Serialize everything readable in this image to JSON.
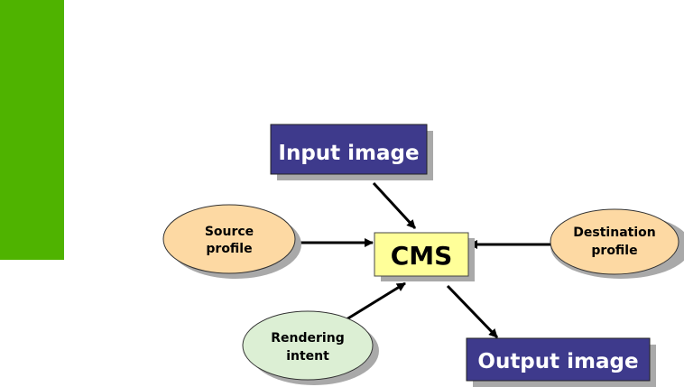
{
  "colors": {
    "sidebar": "#4fb300",
    "box_dark": "#3e3a8c",
    "box_dark_text": "#ffffff",
    "cms_fill": "#ffff99",
    "ellipse_orange": "#fdd9a3",
    "ellipse_green": "#dcefd4",
    "shadow": "#a9a9a9",
    "arrow": "#000000"
  },
  "nodes": {
    "input_image": "Input image",
    "output_image": "Output image",
    "cms": "CMS",
    "source_profile": [
      "Source",
      "profile"
    ],
    "destination_profile": [
      "Destination",
      "profile"
    ],
    "rendering_intent": [
      "Rendering",
      "intent"
    ]
  }
}
